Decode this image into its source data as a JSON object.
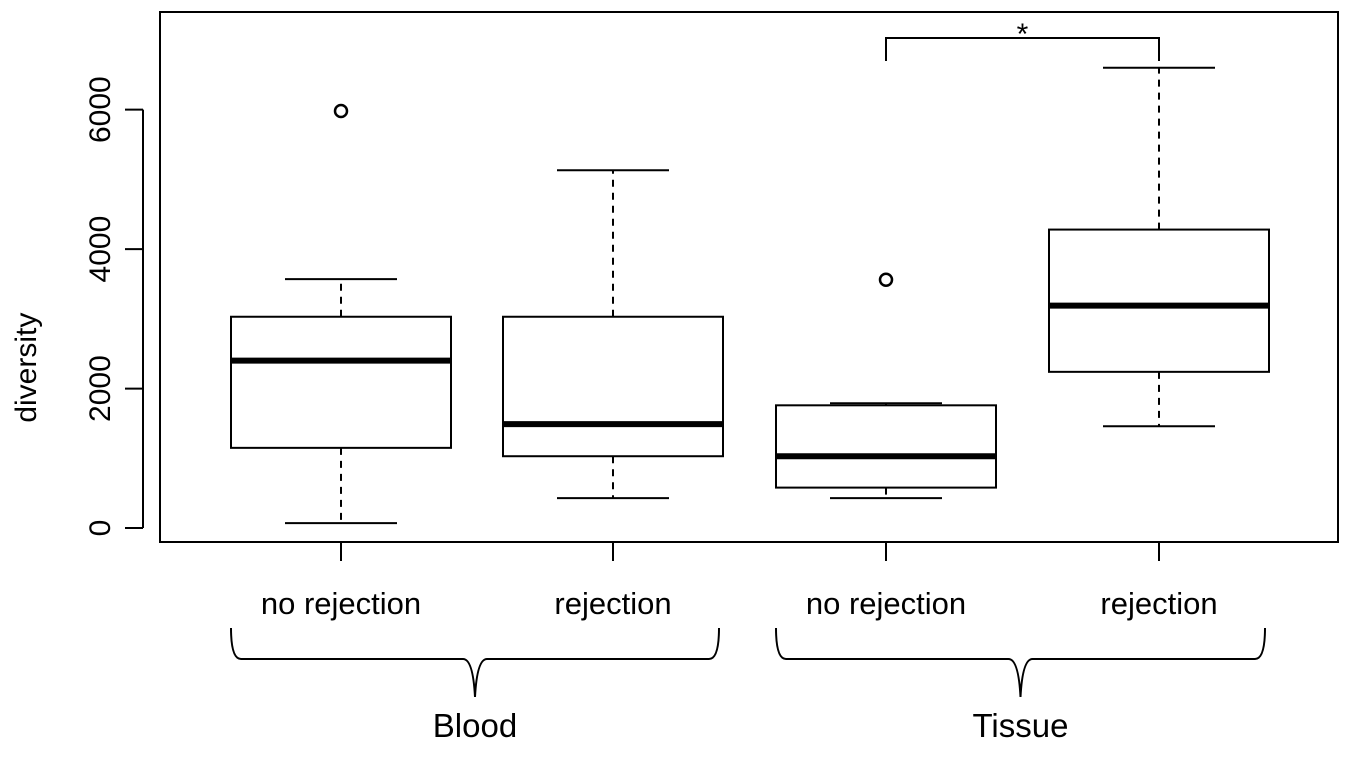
{
  "chart_data": {
    "type": "box",
    "ylabel": "diversity",
    "xlabel": "",
    "title": "",
    "ylim": [
      -200,
      7400
    ],
    "yticks": [
      0,
      2000,
      4000,
      6000
    ],
    "grid": false,
    "categories": [
      "no rejection",
      "rejection",
      "no rejection",
      "rejection"
    ],
    "groups": [
      {
        "label": "Blood",
        "members": [
          0,
          1
        ]
      },
      {
        "label": "Tissue",
        "members": [
          2,
          3
        ]
      }
    ],
    "boxes": [
      {
        "category": "no rejection",
        "group": "Blood",
        "whisker_low": 70,
        "q1": 1150,
        "median": 2400,
        "q3": 3030,
        "whisker_high": 3570,
        "outliers": [
          5980
        ]
      },
      {
        "category": "rejection",
        "group": "Blood",
        "whisker_low": 430,
        "q1": 1030,
        "median": 1490,
        "q3": 3030,
        "whisker_high": 5130,
        "outliers": []
      },
      {
        "category": "no rejection",
        "group": "Tissue",
        "whisker_low": 430,
        "q1": 580,
        "median": 1030,
        "q3": 1760,
        "whisker_high": 1790,
        "outliers": [
          3560
        ]
      },
      {
        "category": "rejection",
        "group": "Tissue",
        "whisker_low": 1460,
        "q1": 2240,
        "median": 3190,
        "q3": 4280,
        "whisker_high": 6600,
        "outliers": []
      }
    ],
    "annotations": [
      {
        "text": "*",
        "from_box": 2,
        "to_box": 3
      }
    ]
  }
}
